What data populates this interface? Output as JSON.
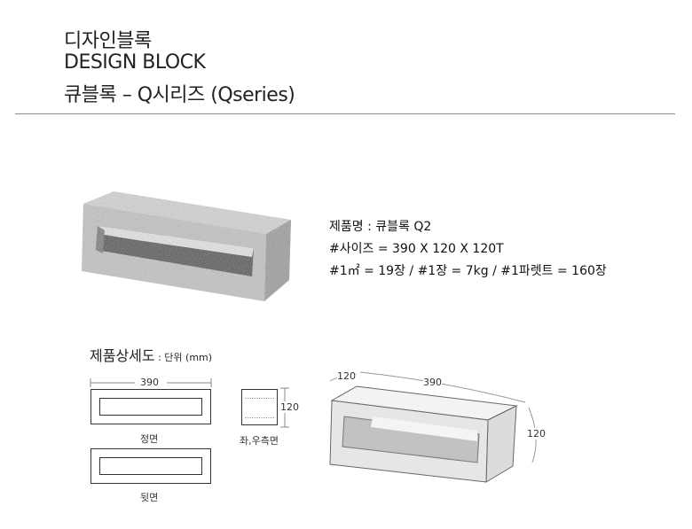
{
  "header": {
    "title_ko": "디자인블록",
    "title_en": "DESIGN BLOCK",
    "subtitle": "큐블록 – Q시리즈 (Qseries)"
  },
  "spec": {
    "product_name": "제품명 : 큐블록 Q2",
    "size": "#사이즈 = 390 X 120 X 120T",
    "quantities": "#1㎡ = 19장 / #1장 = 7kg / #1파렛트 = 160장"
  },
  "detail": {
    "title": "제품상세도",
    "unit": " : 단위 (mm)",
    "front": {
      "dimension": "390",
      "label": "정면"
    },
    "back": {
      "label": "뒷면"
    },
    "side": {
      "dimension": "120",
      "label": "좌,우측면"
    },
    "iso": {
      "dim_depth": "120",
      "dim_length": "390",
      "dim_height": "120"
    }
  },
  "colors": {
    "text": "#222222",
    "rule": "#8a8a8a",
    "line": "#333333"
  }
}
